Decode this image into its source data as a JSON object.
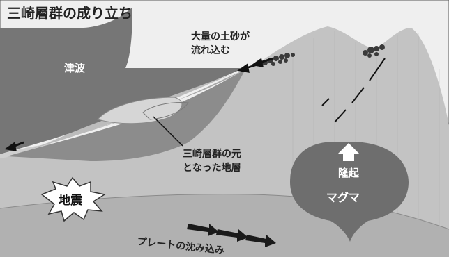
{
  "title": "三崎層群の成り立ち",
  "labels": {
    "tsunami": "津波",
    "sediment_line1": "大量の土砂が",
    "sediment_line2": "流れ込む",
    "strata_line1": "三崎層群の元",
    "strata_line2": "となった地層",
    "uplift": "隆起",
    "magma": "マグマ",
    "earthquake": "地震",
    "subduction": "プレートの沈み込み"
  },
  "colors": {
    "sky": "#efefef",
    "tsunami_wave": "#767676",
    "mountain": "#c3c3c3",
    "sea_floor": "#cfcfcf",
    "strata_dark": "#8c8c8c",
    "strata_mid": "#a8a8a8",
    "strata_light": "#bcbcbc",
    "strata_pale": "#d6d6d6",
    "magma": "#6e6e6e",
    "plate": "#b1b1b1",
    "text": "#222222"
  },
  "icons": {
    "uplift_arrow": "up-arrow-icon",
    "earthquake_burst": "burst-icon",
    "plate_motion": "right-arrow-icon",
    "flow_arrows": "left-arrow-icon",
    "rocks": "rock-pile-icon",
    "fault": "dashed-fault-line"
  }
}
